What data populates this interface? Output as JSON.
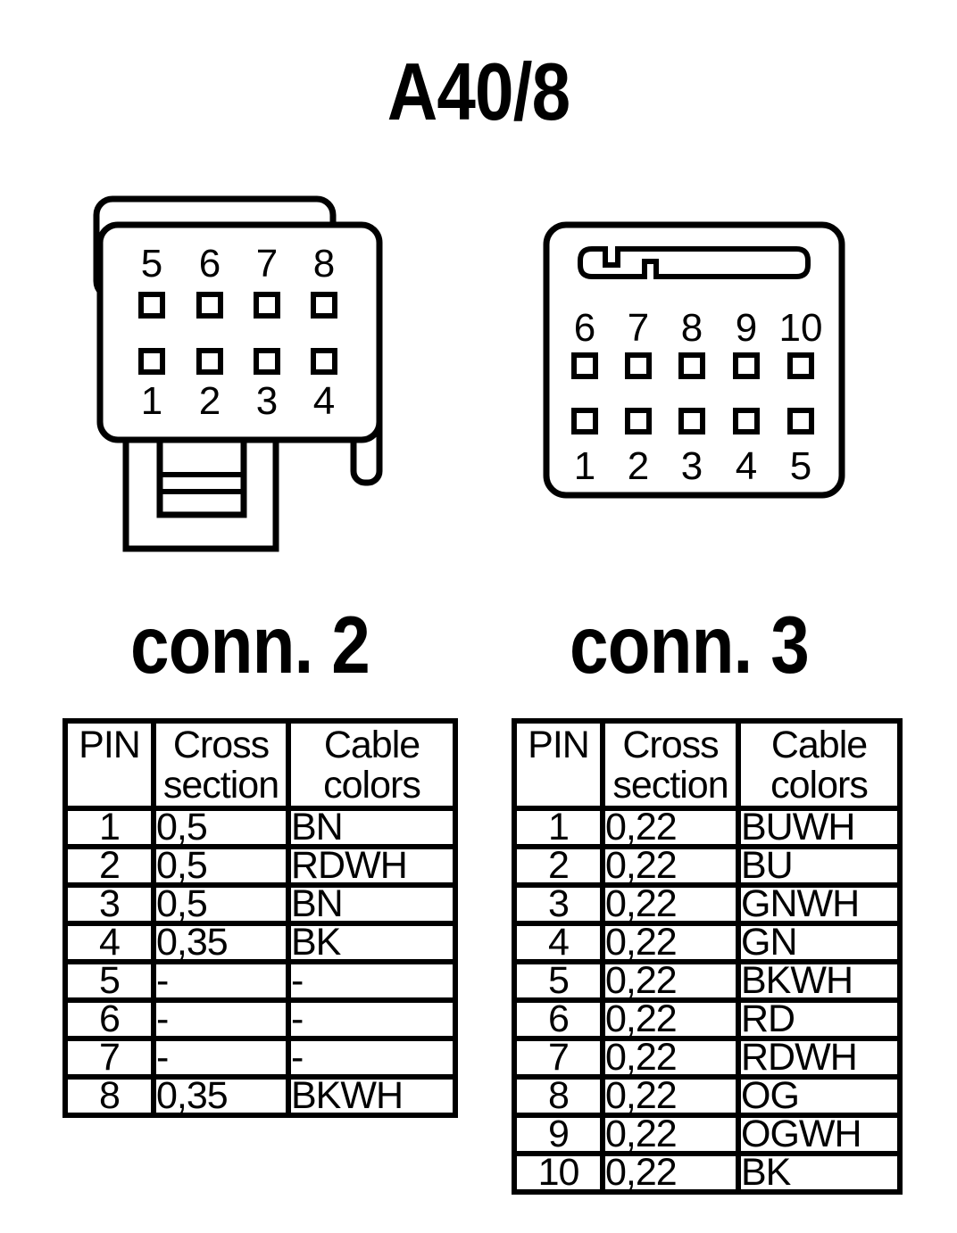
{
  "title": "A40/8",
  "connectors": {
    "conn2": {
      "label": "conn. 2",
      "top_pin_labels": [
        "5",
        "6",
        "7",
        "8"
      ],
      "bottom_pin_labels": [
        "1",
        "2",
        "3",
        "4"
      ]
    },
    "conn3": {
      "label": "conn. 3",
      "top_pin_labels": [
        "6",
        "7",
        "8",
        "9",
        "10"
      ],
      "bottom_pin_labels": [
        "1",
        "2",
        "3",
        "4",
        "5"
      ]
    }
  },
  "tables": {
    "conn2": {
      "headers": [
        "PIN",
        "Cross section",
        "Cable colors"
      ],
      "rows": [
        [
          "1",
          "0,5",
          "BN"
        ],
        [
          "2",
          "0,5",
          "RDWH"
        ],
        [
          "3",
          "0,5",
          "BN"
        ],
        [
          "4",
          "0,35",
          "BK"
        ],
        [
          "5",
          "-",
          "-"
        ],
        [
          "6",
          "-",
          "-"
        ],
        [
          "7",
          "-",
          "-"
        ],
        [
          "8",
          "0,35",
          "BKWH"
        ]
      ]
    },
    "conn3": {
      "headers": [
        "PIN",
        "Cross section",
        "Cable colors"
      ],
      "rows": [
        [
          "1",
          "0,22",
          "BUWH"
        ],
        [
          "2",
          "0,22",
          "BU"
        ],
        [
          "3",
          "0,22",
          "GNWH"
        ],
        [
          "4",
          "0,22",
          "GN"
        ],
        [
          "5",
          "0,22",
          "BKWH"
        ],
        [
          "6",
          "0,22",
          "RD"
        ],
        [
          "7",
          "0,22",
          "RDWH"
        ],
        [
          "8",
          "0,22",
          "OG"
        ],
        [
          "9",
          "0,22",
          "OGWH"
        ],
        [
          "10",
          "0,22",
          "BK"
        ]
      ]
    }
  },
  "colors": {
    "ink": "#000000",
    "background": "#ffffff"
  }
}
